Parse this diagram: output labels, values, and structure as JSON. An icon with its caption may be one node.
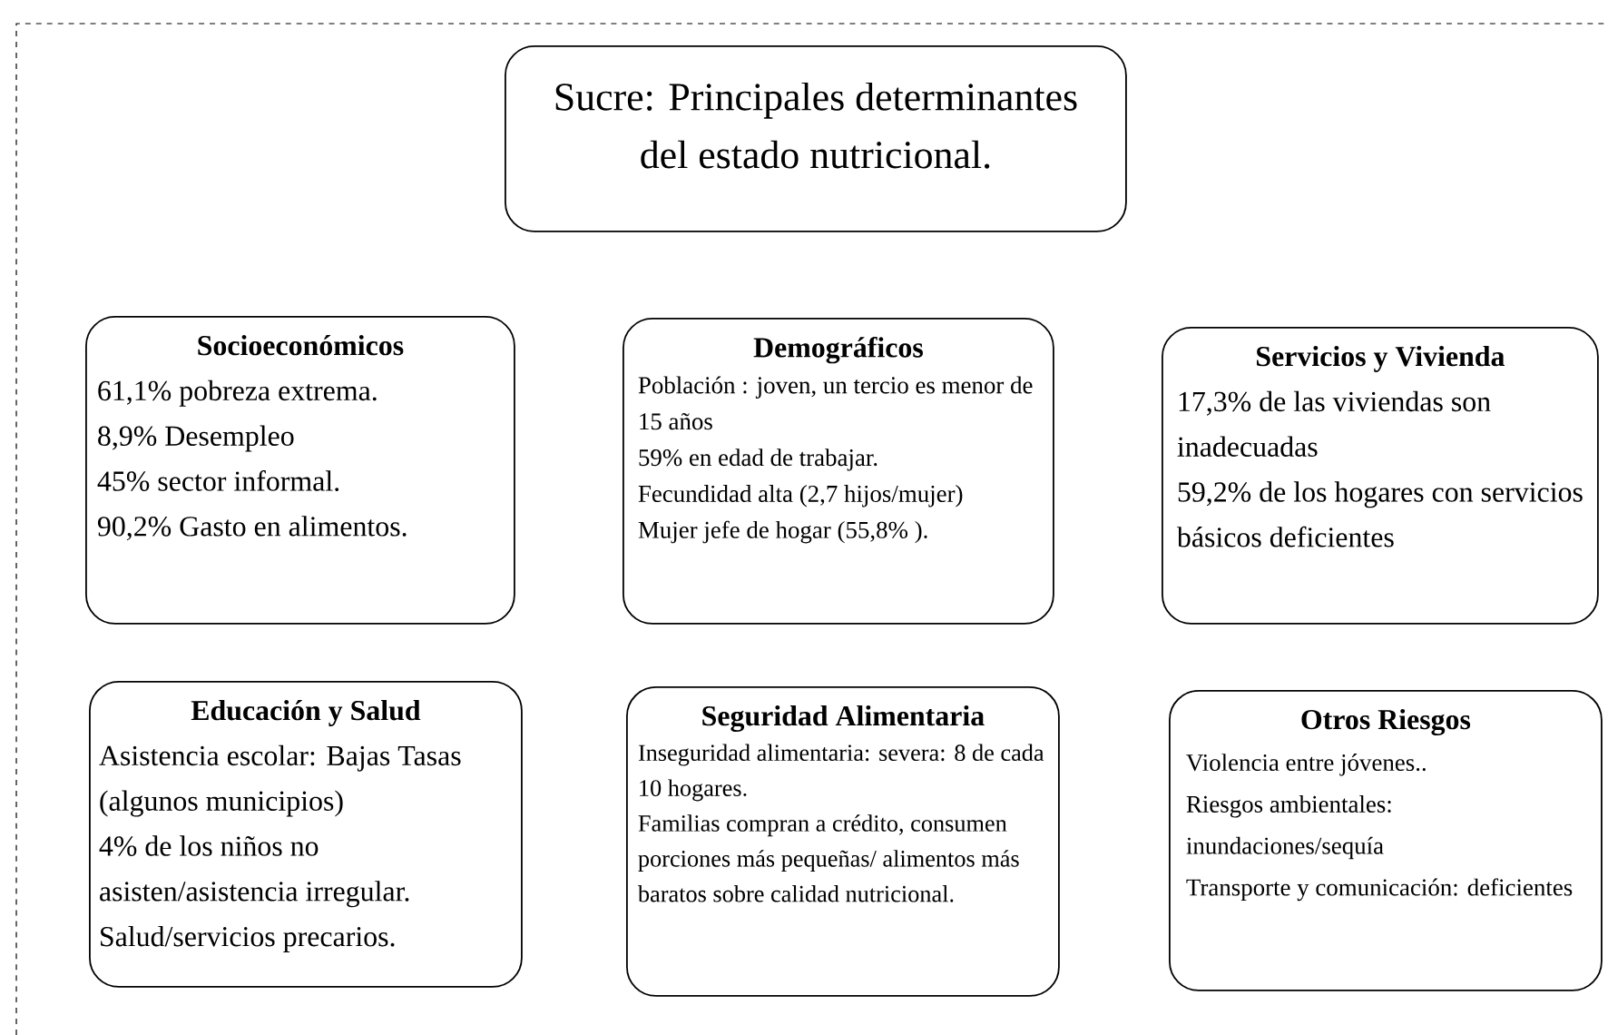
{
  "diagram": {
    "nodes": [
      {
        "text": [
          "Sucre: Principales determinantes del estado nutricional."
        ]
      },
      {
        "text": [
          "Socioeconómicos",
          "61,1% pobreza extrema.",
          "8,9% Desempleo",
          "45% sector informal.",
          "90,2% Gasto en alimentos."
        ]
      },
      {
        "text": [
          "Demográficos",
          "Población : joven, un tercio es menor de 15 años",
          "59% en edad de trabajar.",
          "Fecundidad alta (2,7 hijos/mujer)",
          "Mujer jefe de hogar (55,8% )."
        ]
      },
      {
        "text": [
          "Servicios y Vivienda",
          "17,3% de las viviendas son inadecuadas",
          "59,2% de los hogares con servicios básicos deficientes"
        ]
      },
      {
        "text": [
          "Educación y Salud",
          "Asistencia escolar: Bajas Tasas (algunos municipios)",
          "4% de los niños no asisten/asistencia irregular.",
          "Salud/servicios precarios."
        ]
      },
      {
        "text": [
          "Seguridad Alimentaria",
          "Inseguridad alimentaria: severa: 8 de cada 10 hogares.",
          "Familias compran a crédito, consumen porciones más pequeñas/ alimentos más baratos sobre calidad nutricional."
        ]
      },
      {
        "text": [
          "Otros Riesgos",
          "Violencia entre jóvenes..",
          "Riesgos ambientales: inundaciones/sequía",
          "Transporte y comunicación: deficientes"
        ]
      }
    ]
  }
}
